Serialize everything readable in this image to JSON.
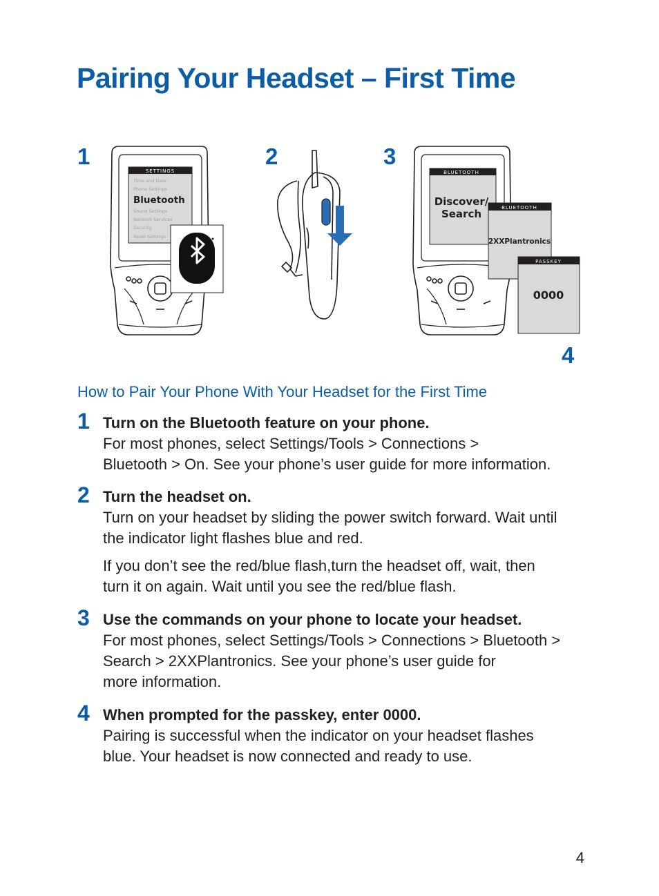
{
  "title": "Pairing Your Headset – First Time",
  "figure": {
    "labels": [
      "1",
      "2",
      "3",
      "4"
    ],
    "phone1": {
      "menu_header": "SETTINGS",
      "menu_items": [
        "Time and Date",
        "Phone Settings",
        "Bluetooth",
        "Sound Settings",
        "Network Services",
        "Security",
        "Reset Settings"
      ],
      "selected_item": "Bluetooth"
    },
    "phone3": {
      "screen_header": "BLUETOOTH",
      "screen_text_line1": "Discover/",
      "screen_text_line2": "Search"
    },
    "device_card": {
      "header": "BLUETOOTH",
      "text": "2XXPlantronics"
    },
    "passkey_card": {
      "header": "PASSKEY",
      "text": "0000"
    }
  },
  "subtitle": "How to Pair Your Phone With Your Headset for the First Time",
  "steps": [
    {
      "number": "1",
      "heading": "Turn on the Bluetooth feature on your phone.",
      "text": "For most phones, select Settings/Tools > Connections >\nBluetooth > On. See your phone’s user guide for more information.",
      "extra": ""
    },
    {
      "number": "2",
      "heading": "Turn the headset on.",
      "text": "Turn on your headset by sliding the power switch forward. Wait until\nthe indicator light flashes blue and red.",
      "extra": "If you don’t see the red/blue flash,turn the headset off, wait, then\nturn it on again. Wait until you see the red/blue flash."
    },
    {
      "number": "3",
      "heading": "Use the commands on your phone to locate your headset.",
      "text": "For most phones, select Settings/Tools > Connections > Bluetooth >\nSearch > 2XXPlantronics. See your phone’s user guide for\nmore information.",
      "extra": ""
    },
    {
      "number": "4",
      "heading": "When prompted for the passkey, enter 0000.",
      "text": "Pairing is successful when the indicator on your headset flashes\nblue. Your headset is now connected and ready to use.",
      "extra": ""
    }
  ],
  "page_number": "4",
  "colors": {
    "accent": "#0b5da8",
    "text": "#231f20",
    "screen_grey": "#d9d9d9",
    "arrow_blue": "#2a6db5"
  }
}
